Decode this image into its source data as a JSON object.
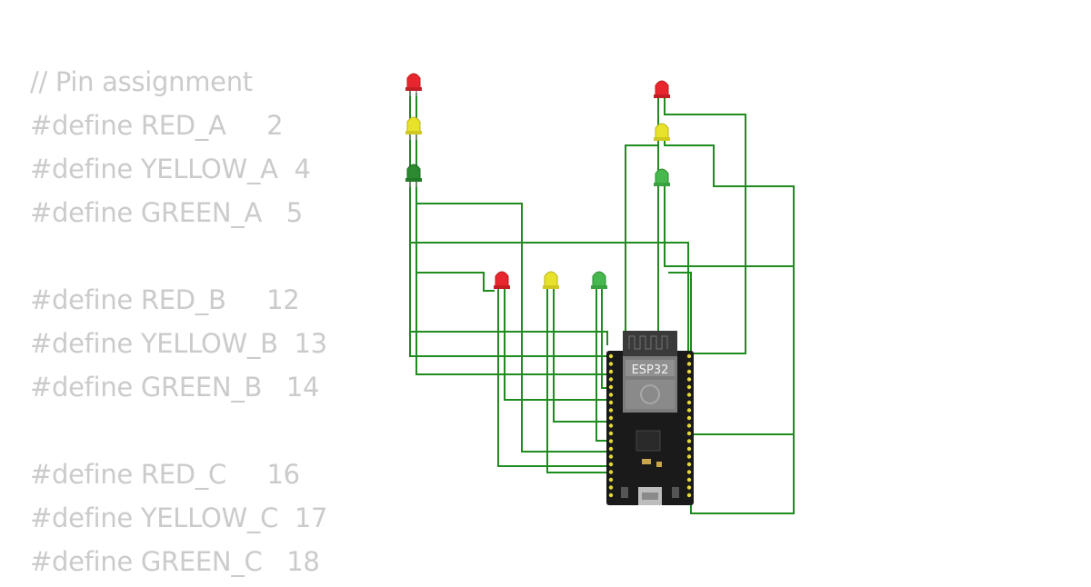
{
  "code_lines": [
    "// Pin assignment",
    "#define RED_A     2",
    "#define YELLOW_A  4",
    "#define GREEN_A   5",
    "",
    "#define RED_B     12",
    "#define YELLOW_B  13",
    "#define GREEN_B   14",
    "",
    "#define RED_C     16",
    "#define YELLOW_C  17",
    "#define GREEN_C   18"
  ],
  "board": {
    "label": "ESP32"
  },
  "led_colors": {
    "red": "#e8262d",
    "yellow": "#e8e22a",
    "green": "#2ea836"
  },
  "wire_color": "#1e8c1e",
  "board_color": "#1a1a1a",
  "pin_color": "#e3d93a"
}
